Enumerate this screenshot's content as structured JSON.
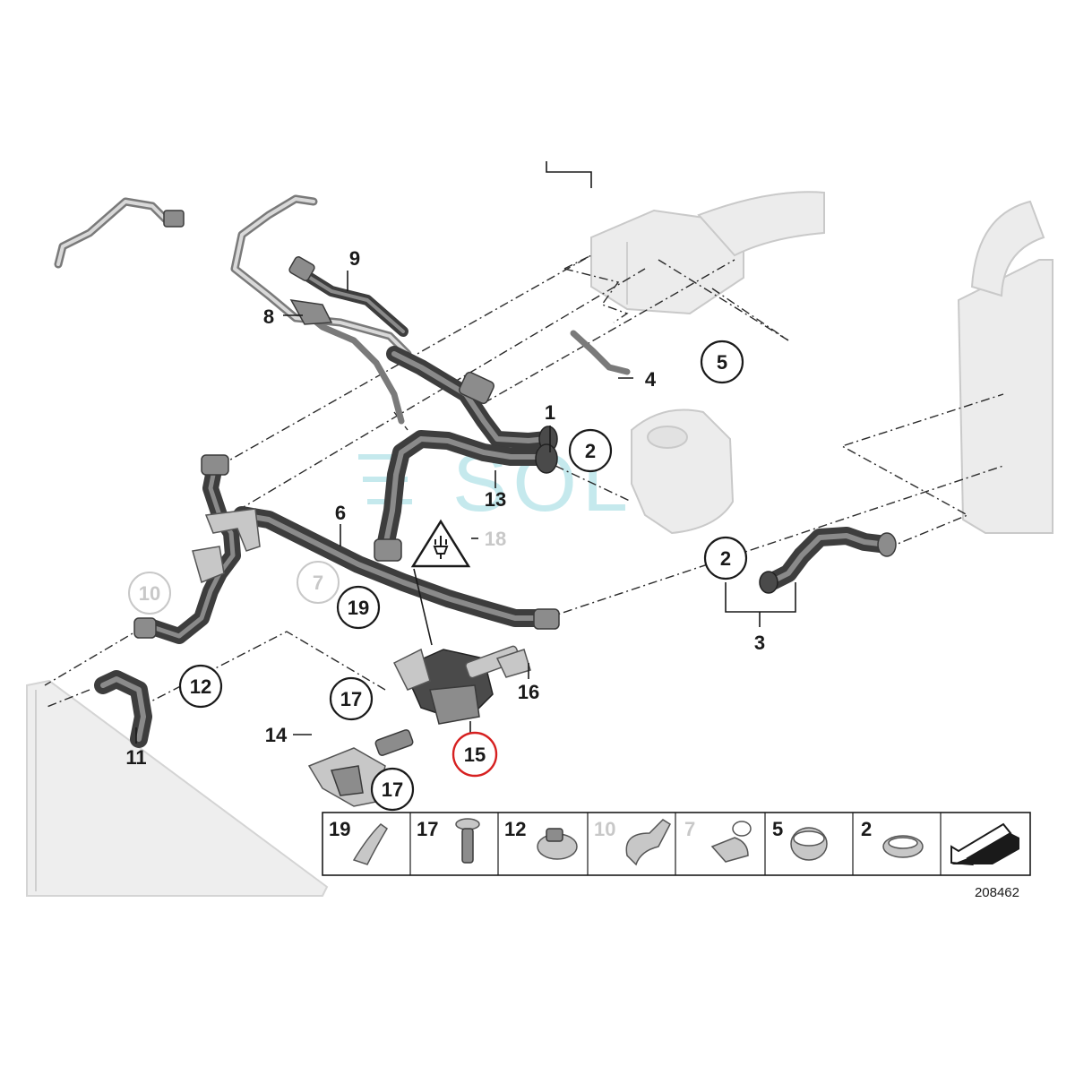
{
  "watermark": "SOL",
  "document_number": "208462",
  "callouts": {
    "c1": "1",
    "c2a": "2",
    "c2b": "2",
    "c3": "3",
    "c4": "4",
    "c5": "5",
    "c6": "6",
    "c7": "7",
    "c8": "8",
    "c9": "9",
    "c10": "10",
    "c11": "11",
    "c12": "12",
    "c13": "13",
    "c14": "14",
    "c15": "15",
    "c16": "16",
    "c17a": "17",
    "c17b": "17",
    "c18": "18",
    "c19": "19"
  },
  "legend": [
    "19",
    "17",
    "12",
    "10",
    "7",
    "5",
    "2"
  ],
  "colors": {
    "highlight": "#d62020",
    "muted": "#c8c8c8",
    "watermark": "#7fd0d8"
  },
  "icons": {
    "warning": "warning-electrical-icon",
    "arrow": "view-direction-arrow-icon"
  }
}
